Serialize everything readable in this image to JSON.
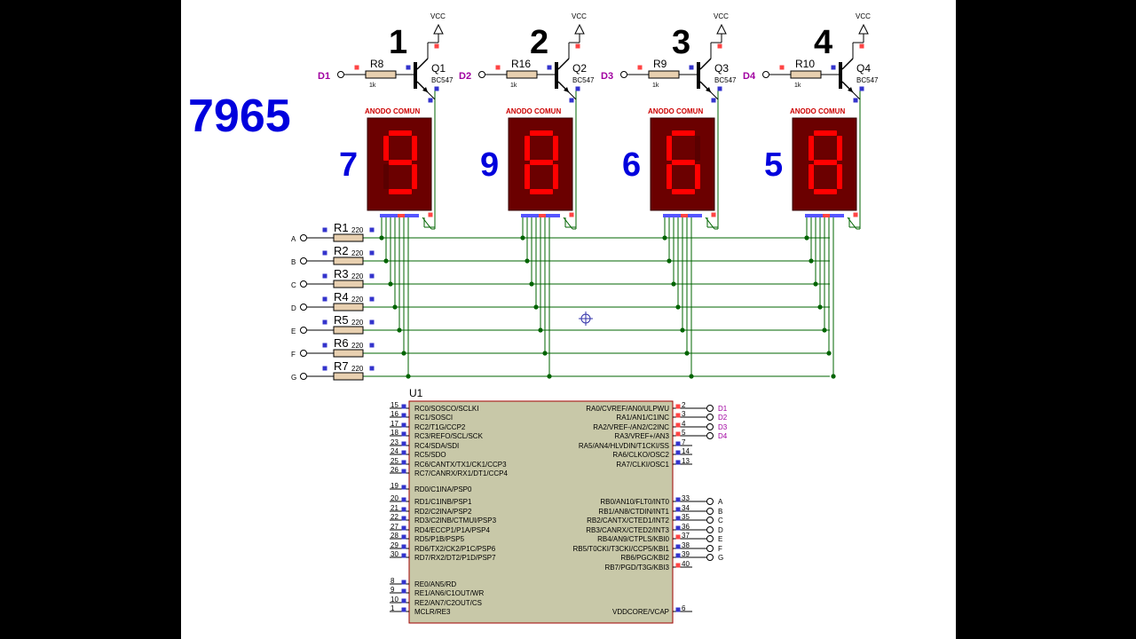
{
  "display_value": "7965",
  "power": "VCC",
  "digits": [
    {
      "num": "1",
      "q": "Q1",
      "part": "BC547",
      "r": "R8",
      "rv": "1k",
      "d": "D1",
      "shown": "9",
      "label": "7",
      "title": "ANODO COMUN"
    },
    {
      "num": "2",
      "q": "Q2",
      "part": "BC547",
      "r": "R16",
      "rv": "1k",
      "d": "D2",
      "shown": "8",
      "label": "9",
      "title": "ANODO COMUN"
    },
    {
      "num": "3",
      "q": "Q3",
      "part": "BC547",
      "r": "R9",
      "rv": "1k",
      "d": "D3",
      "shown": "6",
      "label": "6",
      "title": "ANODO COMUN"
    },
    {
      "num": "4",
      "q": "Q4",
      "part": "BC547",
      "r": "R10",
      "rv": "1k",
      "d": "D4",
      "shown": "8",
      "label": "5",
      "title": "ANODO COMUN"
    }
  ],
  "segments": [
    {
      "port": "A",
      "r": "R1",
      "rv": "220"
    },
    {
      "port": "B",
      "r": "R2",
      "rv": "220"
    },
    {
      "port": "C",
      "r": "R3",
      "rv": "220"
    },
    {
      "port": "D",
      "r": "R4",
      "rv": "220"
    },
    {
      "port": "E",
      "r": "R5",
      "rv": "220"
    },
    {
      "port": "F",
      "r": "R6",
      "rv": "220"
    },
    {
      "port": "G",
      "r": "R7",
      "rv": "220"
    }
  ],
  "chip": {
    "name": "U1",
    "left_pins": [
      {
        "n": "15",
        "label": "RC0/SOSCO/SCLKI"
      },
      {
        "n": "16",
        "label": "RC1/SOSCI"
      },
      {
        "n": "17",
        "label": "RC2/T1G/CCP2"
      },
      {
        "n": "18",
        "label": "RC3/REFO/SCL/SCK"
      },
      {
        "n": "23",
        "label": "RC4/SDA/SDI"
      },
      {
        "n": "24",
        "label": "RC5/SDO"
      },
      {
        "n": "25",
        "label": "RC6/CANTX/TX1/CK1/CCP3"
      },
      {
        "n": "26",
        "label": "RC7/CANRX/RX1/DT1/CCP4"
      },
      {
        "n": "19",
        "label": "RD0/C1INA/PSP0"
      },
      {
        "n": "20",
        "label": "RD1/C1INB/PSP1"
      },
      {
        "n": "21",
        "label": "RD2/C2INA/PSP2"
      },
      {
        "n": "22",
        "label": "RD3/C2INB/CTMUI/PSP3"
      },
      {
        "n": "27",
        "label": "RD4/ECCP1/P1A/PSP4"
      },
      {
        "n": "28",
        "label": "RD5/P1B/PSP5"
      },
      {
        "n": "29",
        "label": "RD6/TX2/CK2/P1C/PSP6"
      },
      {
        "n": "30",
        "label": "RD7/RX2/DT2/P1D/PSP7"
      },
      {
        "n": "8",
        "label": "RE0/AN5/RD"
      },
      {
        "n": "9",
        "label": "RE1/AN6/C1OUT/WR"
      },
      {
        "n": "10",
        "label": "RE2/AN7/C2OUT/CS"
      },
      {
        "n": "1",
        "label": "MCLR/RE3"
      }
    ],
    "right_pins": [
      {
        "n": "2",
        "label": "RA0/CVREF/AN0/ULPWU",
        "net": "D1"
      },
      {
        "n": "3",
        "label": "RA1/AN1/C1INC",
        "net": "D2"
      },
      {
        "n": "4",
        "label": "RA2/VREF-/AN2/C2INC",
        "net": "D3"
      },
      {
        "n": "5",
        "label": "RA3/VREF+/AN3",
        "net": "D4"
      },
      {
        "n": "7",
        "label": "RA5/AN4/HLVDIN/T1CKI/SS",
        "net": ""
      },
      {
        "n": "14",
        "label": "RA6/CLKO/OSC2",
        "net": ""
      },
      {
        "n": "13",
        "label": "RA7/CLKI/OSC1",
        "net": ""
      },
      {
        "n": "33",
        "label": "RB0/AN10/FLT0/INT0",
        "net": "A"
      },
      {
        "n": "34",
        "label": "RB1/AN8/CTDIN/INT1",
        "net": "B"
      },
      {
        "n": "35",
        "label": "RB2/CANTX/CTED1/INT2",
        "net": "C"
      },
      {
        "n": "36",
        "label": "RB3/CANRX/CTED2/INT3",
        "net": "D"
      },
      {
        "n": "37",
        "label": "RB4/AN9/CTPLS/KBI0",
        "net": "E"
      },
      {
        "n": "38",
        "label": "RB5/T0CKI/T3CKI/CCP5/KBI1",
        "net": "F"
      },
      {
        "n": "39",
        "label": "RB6/PGC/KBI2",
        "net": "G"
      },
      {
        "n": "40",
        "label": "RB7/PGD/T3G/KBI3",
        "net": ""
      },
      {
        "n": "6",
        "label": "VDDCORE/VCAP",
        "net": ""
      }
    ]
  },
  "colors": {
    "wire": "#006400",
    "net_label": "#a000a0",
    "display_bg": "#6b0000",
    "segment_on": "#ff0000",
    "big_text": "#0000dd",
    "chip_fill": "#c8c8a8",
    "chip_border": "#a00000"
  }
}
